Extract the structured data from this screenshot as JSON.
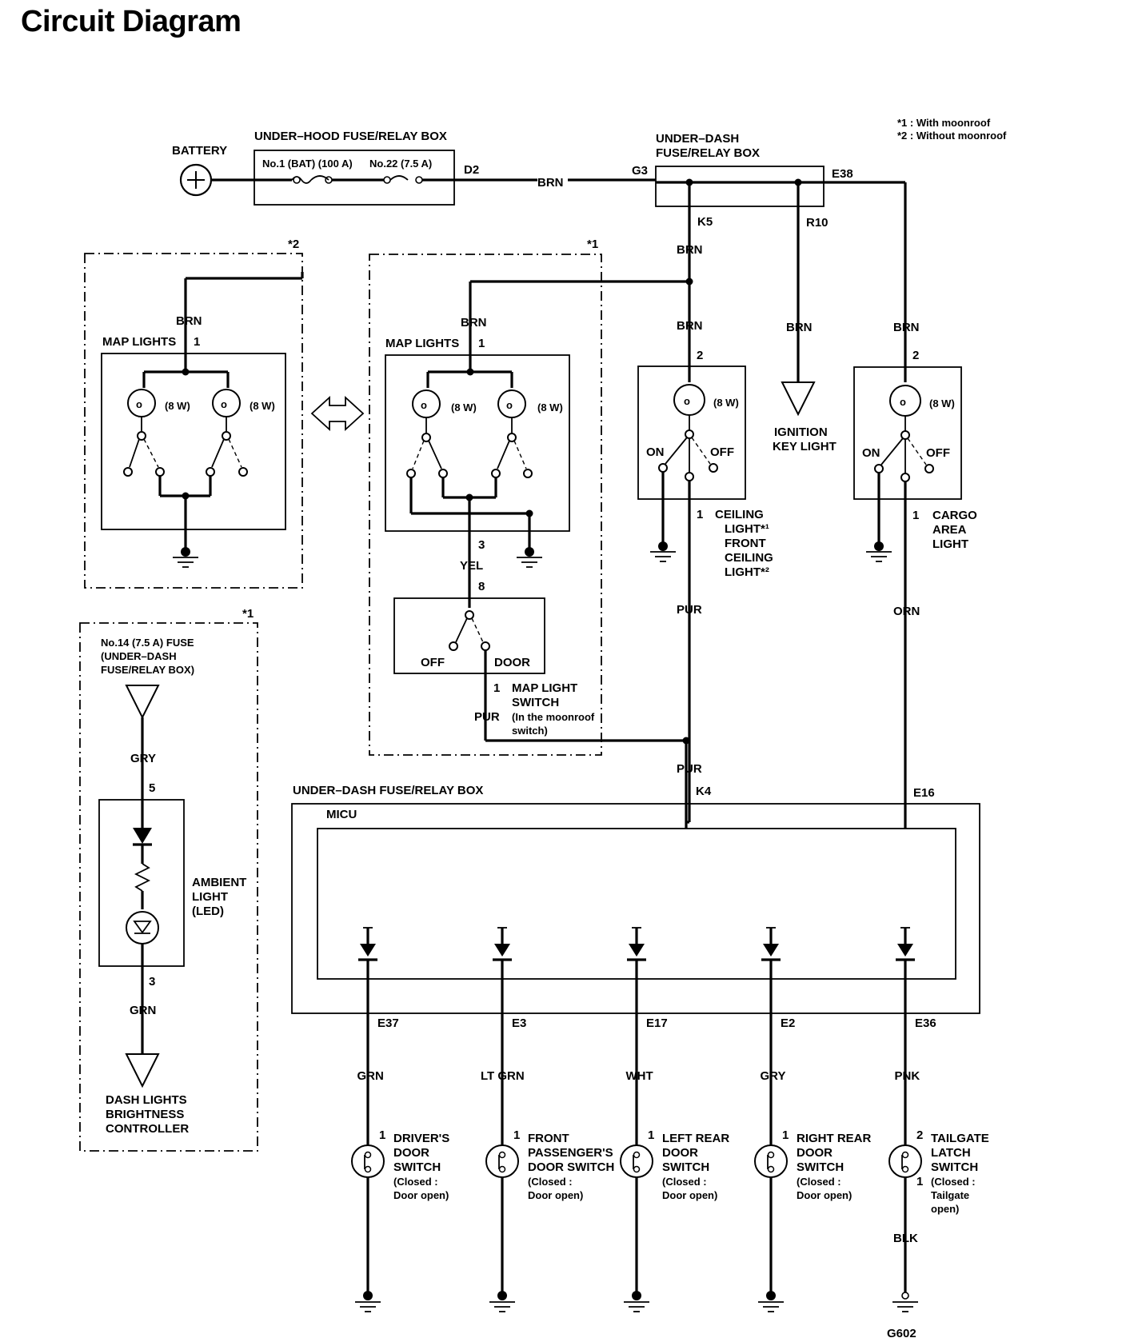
{
  "title": "Circuit Diagram",
  "notes": {
    "n1": "*1 : With moonroof",
    "n2": "*2 : Without moonroof"
  },
  "battery": {
    "label": "BATTERY"
  },
  "underhood": {
    "title": "UNDER–HOOD FUSE/RELAY BOX",
    "fuse1": "No.1 (BAT) (100 A)",
    "fuse2": "No.22 (7.5 A)",
    "pin": "D2"
  },
  "underdash_top": {
    "title_l1": "UNDER–DASH",
    "title_l2": "FUSE/RELAY BOX",
    "pin_in": "G3",
    "pin_out": "E38",
    "pin_k5": "K5",
    "pin_r10": "R10"
  },
  "wires": {
    "brn_main": "BRN",
    "brn_k5": "BRN",
    "brn_map2": "BRN",
    "brn_map1": "BRN",
    "brn_ceiling": "BRN",
    "brn_ign": "BRN",
    "brn_cargo": "BRN",
    "yel": "YEL",
    "pur_switch": "PUR",
    "pur_ceiling": "PUR",
    "pur_k4": "PUR",
    "orn": "ORN",
    "gry_fuse": "GRY",
    "grn_dash": "GRN",
    "grn_e37": "GRN",
    "ltgrn_e3": "LT GRN",
    "wht_e17": "WHT",
    "gry_e2": "GRY",
    "pnk_e36": "PNK",
    "blk": "BLK"
  },
  "map2": {
    "mark": "*2",
    "label": "MAP LIGHTS",
    "pin1": "1",
    "w1": "(8 W)",
    "w2": "(8 W)"
  },
  "map1": {
    "mark": "*1",
    "label": "MAP LIGHTS",
    "pin1": "1",
    "pin3": "3",
    "w1": "(8 W)",
    "w2": "(8 W)"
  },
  "mapswitch": {
    "pin8": "8",
    "pin1": "1",
    "off": "OFF",
    "door": "DOOR",
    "l1": "MAP LIGHT",
    "l2": "SWITCH",
    "l3": "(In the moonroof",
    "l4": "switch)"
  },
  "ceiling": {
    "pin2": "2",
    "pin1": "1",
    "watt": "(8 W)",
    "on": "ON",
    "off": "OFF",
    "l1": "CEILING",
    "l2": "LIGHT*¹",
    "l3": "FRONT",
    "l4": "CEILING",
    "l5": "LIGHT*²"
  },
  "ignition": {
    "l1": "IGNITION",
    "l2": "KEY LIGHT"
  },
  "cargo": {
    "pin2": "2",
    "pin1": "1",
    "watt": "(8 W)",
    "on": "ON",
    "off": "OFF",
    "l1": "CARGO",
    "l2": "AREA",
    "l3": "LIGHT"
  },
  "ambient": {
    "mark": "*1",
    "fuse_l1": "No.14 (7.5 A) FUSE",
    "fuse_l2": "(UNDER–DASH",
    "fuse_l3": "FUSE/RELAY BOX)",
    "pin5": "5",
    "pin3": "3",
    "l1": "AMBIENT",
    "l2": "LIGHT",
    "l3": "(LED)",
    "dash_l1": "DASH LIGHTS",
    "dash_l2": "BRIGHTNESS",
    "dash_l3": "CONTROLLER"
  },
  "micu": {
    "box_title": "UNDER–DASH FUSE/RELAY BOX",
    "label": "MICU",
    "pin_k4": "K4",
    "pin_e16": "E16"
  },
  "switches": [
    {
      "pin": "E37",
      "wire": "GRN",
      "num": "1",
      "l1": "DRIVER'S",
      "l2": "DOOR",
      "l3": "SWITCH",
      "l4": "(Closed :",
      "l5": "Door open)"
    },
    {
      "pin": "E3",
      "wire": "LT GRN",
      "num": "1",
      "l1": "FRONT",
      "l2": "PASSENGER'S",
      "l3": "DOOR SWITCH",
      "l4": "(Closed :",
      "l5": "Door open)"
    },
    {
      "pin": "E17",
      "wire": "WHT",
      "num": "1",
      "l1": "LEFT REAR",
      "l2": "DOOR",
      "l3": "SWITCH",
      "l4": "(Closed :",
      "l5": "Door open)"
    },
    {
      "pin": "E2",
      "wire": "GRY",
      "num": "1",
      "l1": "RIGHT REAR",
      "l2": "DOOR",
      "l3": "SWITCH",
      "l4": "(Closed :",
      "l5": "Door open)"
    },
    {
      "pin": "E36",
      "wire": "PNK",
      "num": "2",
      "num2": "1",
      "l1": "TAILGATE",
      "l2": "LATCH",
      "l3": "SWITCH",
      "l4": "(Closed :",
      "l5": "Tailgate",
      "l6": "open)"
    }
  ],
  "ground": {
    "g602": "G602"
  }
}
